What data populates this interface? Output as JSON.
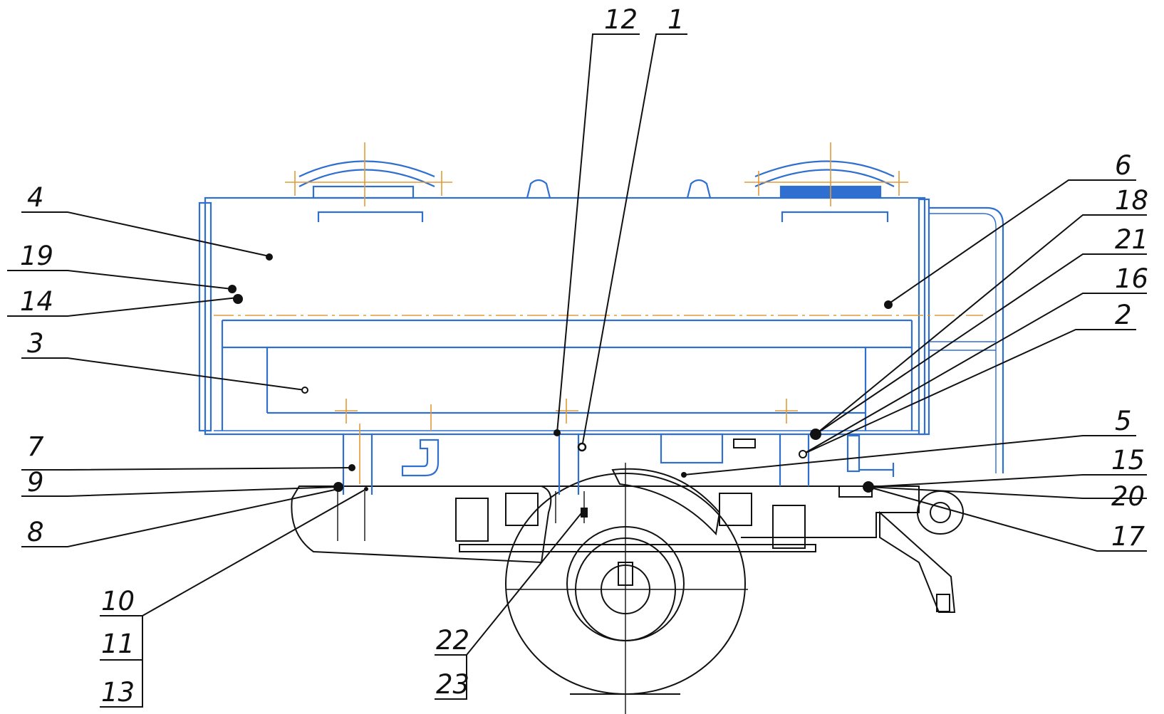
{
  "colors": {
    "body": "#2f6fd0",
    "outline": "#111111",
    "centerline": "#e39a38"
  },
  "callouts": [
    "1",
    "2",
    "3",
    "4",
    "5",
    "6",
    "7",
    "8",
    "9",
    "10",
    "11",
    "12",
    "13",
    "14",
    "15",
    "16",
    "17",
    "18",
    "19",
    "20",
    "21",
    "22",
    "23"
  ]
}
